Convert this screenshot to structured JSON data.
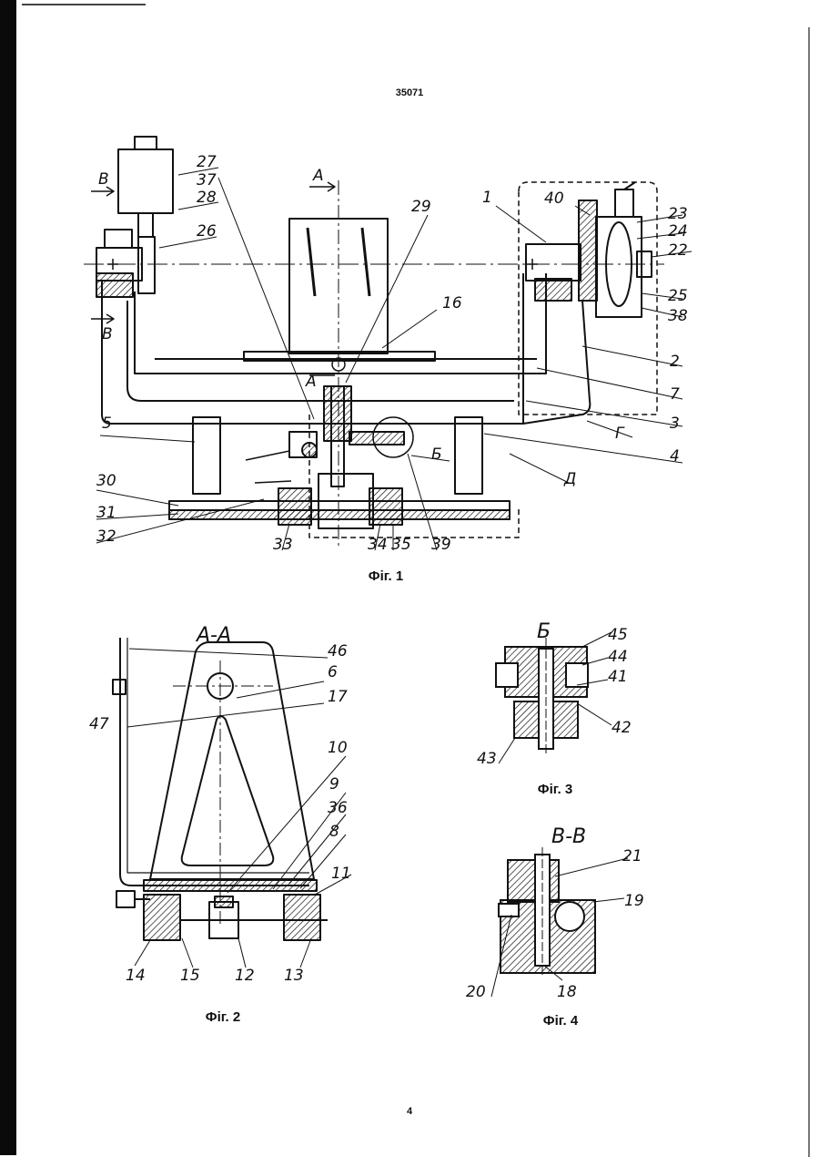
{
  "document": {
    "patent_number": "35071",
    "page_number": "4"
  },
  "figures": [
    {
      "id": "fig1",
      "caption": "Фіг. 1",
      "labels": [
        "27",
        "37",
        "28",
        "26",
        "29",
        "16",
        "1",
        "40",
        "23",
        "24",
        "22",
        "25",
        "38",
        "2",
        "7",
        "3",
        "Г",
        "4",
        "Д",
        "5",
        "30",
        "31",
        "32",
        "33",
        "34",
        "35",
        "39",
        "Б",
        "А",
        "А",
        "В",
        "В"
      ]
    },
    {
      "id": "fig2",
      "caption": "Фіг. 2",
      "title": "А-А",
      "labels": [
        "46",
        "6",
        "17",
        "47",
        "10",
        "9",
        "36",
        "8",
        "11",
        "14",
        "15",
        "12",
        "13"
      ]
    },
    {
      "id": "fig3",
      "caption": "Фіг. 3",
      "title": "Б",
      "labels": [
        "45",
        "44",
        "41",
        "42",
        "43"
      ]
    },
    {
      "id": "fig4",
      "caption": "Фіг. 4",
      "title": "В-В",
      "labels": [
        "21",
        "19",
        "20",
        "18"
      ]
    }
  ]
}
